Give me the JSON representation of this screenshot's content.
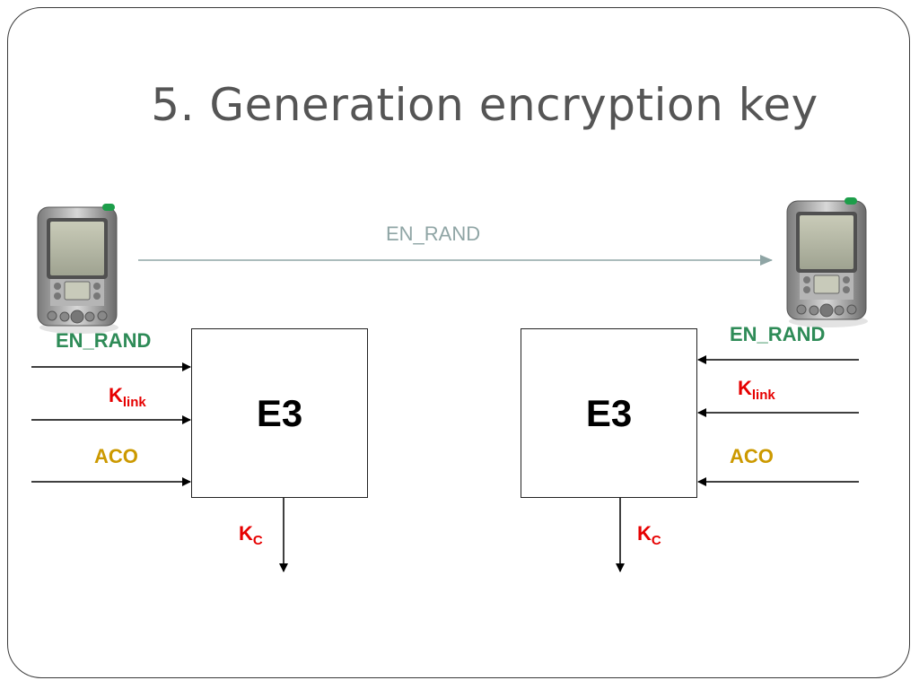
{
  "title": "5. Generation encryption key",
  "transfer_label": "EN_RAND",
  "left": {
    "box_label": "E3",
    "inputs": {
      "en_rand": "EN_RAND",
      "klink_main": "K",
      "klink_sub": "link",
      "aco": "ACO"
    },
    "output_main": "K",
    "output_sub": "C"
  },
  "right": {
    "box_label": "E3",
    "inputs": {
      "en_rand": "EN_RAND",
      "klink_main": "K",
      "klink_sub": "link",
      "aco": "ACO"
    },
    "output_main": "K",
    "output_sub": "C"
  },
  "colors": {
    "en_rand": "#2e8b57",
    "k": "#e60000",
    "aco": "#cc9900",
    "transfer": "#8fa5a5"
  },
  "icons": [
    "pda-device-icon"
  ]
}
